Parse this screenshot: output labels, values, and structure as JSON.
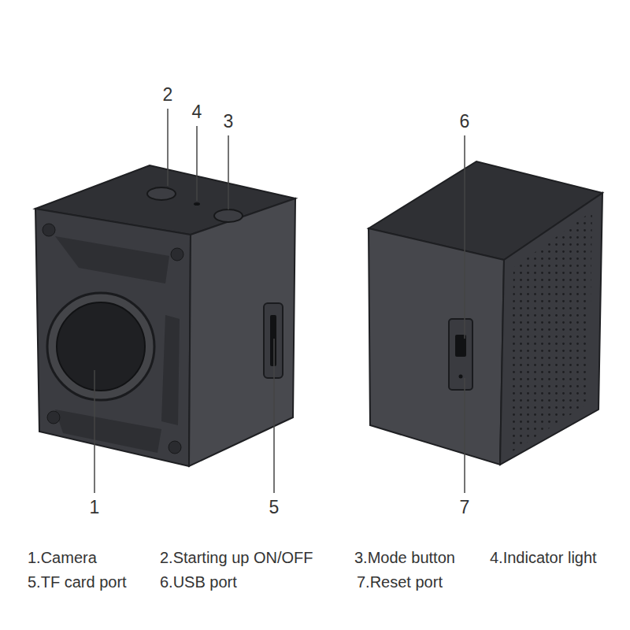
{
  "diagram": {
    "labels": [
      "2",
      "4",
      "3",
      "6",
      "1",
      "5",
      "7",
      "1.Camera",
      "2.Starting up ON/OFF",
      "3.Mode button",
      "4.Indicator light",
      "5.TF card port",
      "6.USB port",
      "7.Reset port"
    ]
  }
}
